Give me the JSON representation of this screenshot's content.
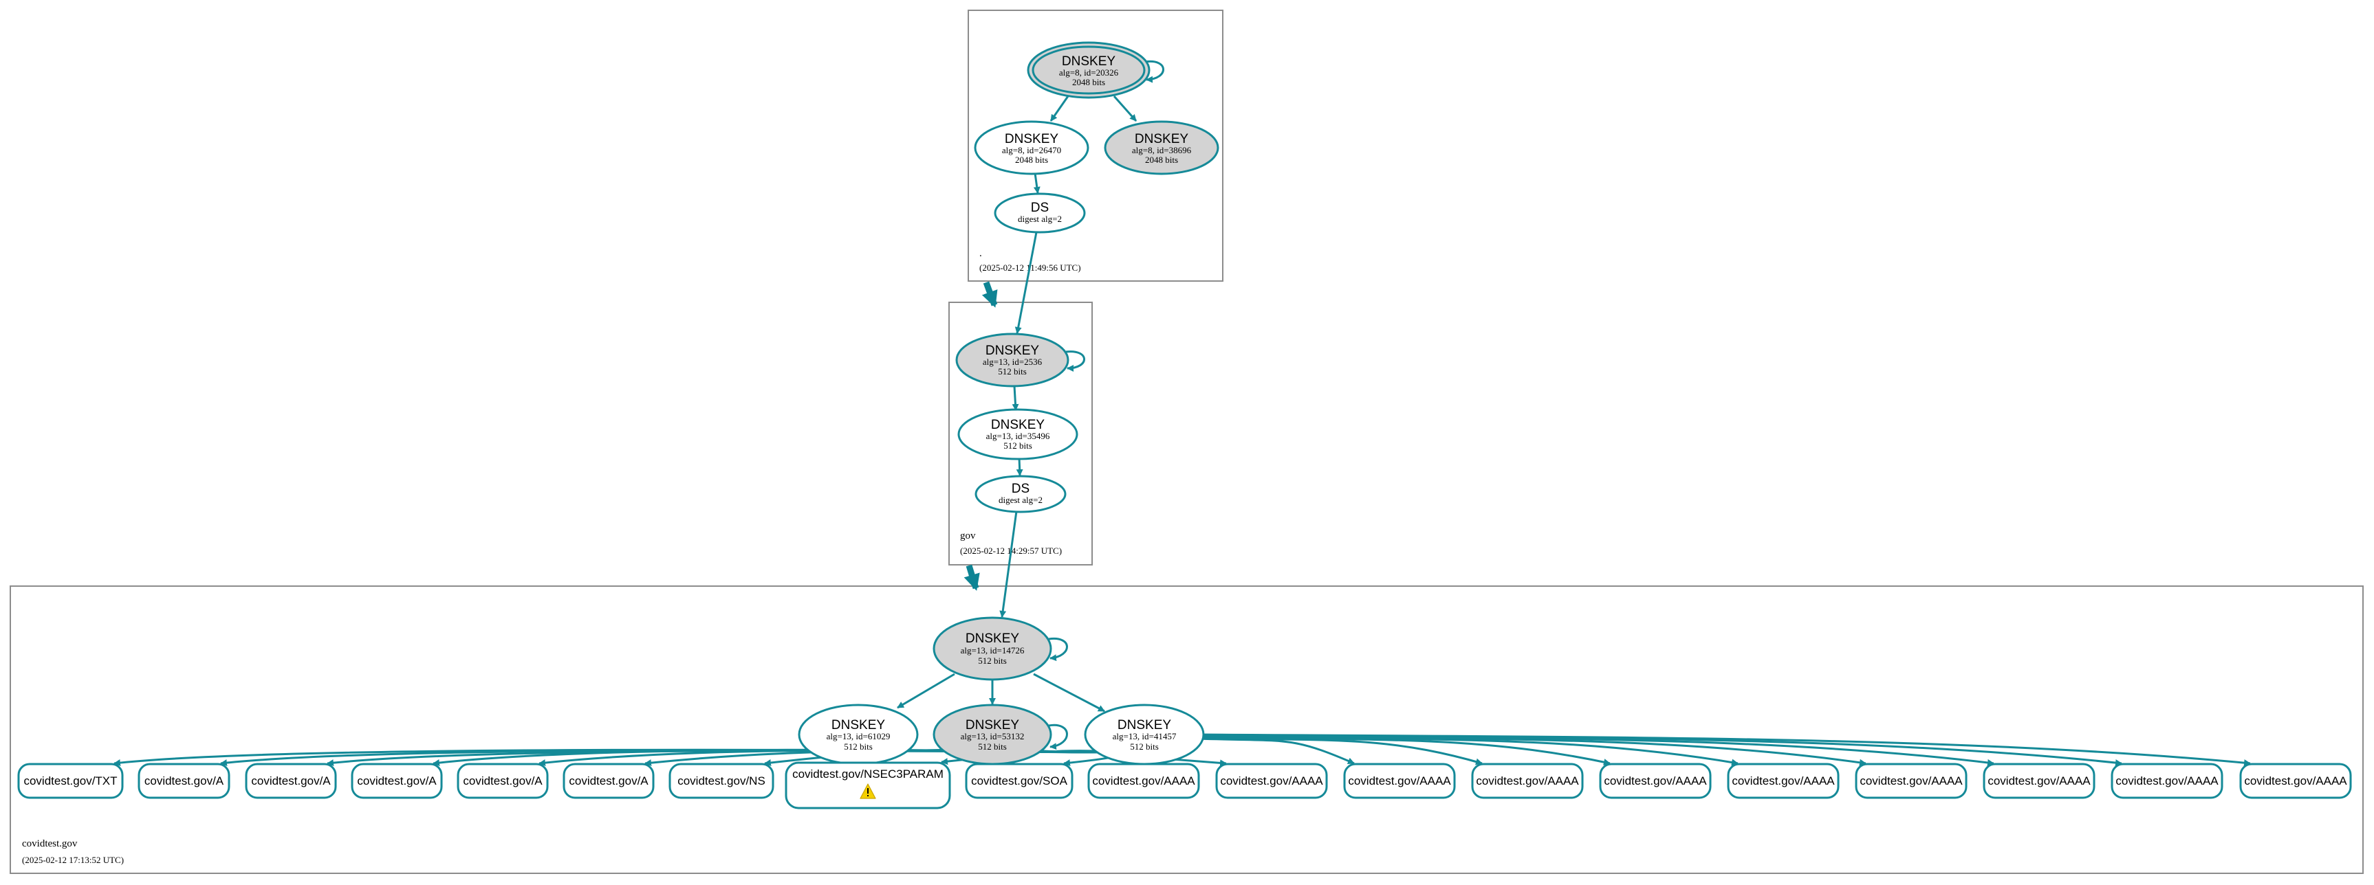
{
  "colors": {
    "edge": "#158a98",
    "node_fill_grey": "#d3d3d3",
    "node_fill_white": "#ffffff",
    "zone_border": "#8c8c8c",
    "warning": "#f5d000"
  },
  "zones": [
    {
      "id": "root",
      "name": ".",
      "timestamp": "(2025-02-12 11:49:56 UTC)",
      "nodes": [
        {
          "id": "root_ksk",
          "type": "DNSKEY",
          "detail": "alg=8, id=20326",
          "bits": "2048 bits",
          "fill": "grey",
          "double_border": true,
          "self_loop": true
        },
        {
          "id": "root_zsk",
          "type": "DNSKEY",
          "detail": "alg=8, id=26470",
          "bits": "2048 bits",
          "fill": "white"
        },
        {
          "id": "root_k3",
          "type": "DNSKEY",
          "detail": "alg=8, id=38696",
          "bits": "2048 bits",
          "fill": "grey"
        },
        {
          "id": "root_ds",
          "type": "DS",
          "detail": "digest alg=2",
          "fill": "white"
        }
      ]
    },
    {
      "id": "gov",
      "name": "gov",
      "timestamp": "(2025-02-12 14:29:57 UTC)",
      "nodes": [
        {
          "id": "gov_ksk",
          "type": "DNSKEY",
          "detail": "alg=13, id=2536",
          "bits": "512 bits",
          "fill": "grey",
          "self_loop": true
        },
        {
          "id": "gov_zsk",
          "type": "DNSKEY",
          "detail": "alg=13, id=35496",
          "bits": "512 bits",
          "fill": "white"
        },
        {
          "id": "gov_ds",
          "type": "DS",
          "detail": "digest alg=2",
          "fill": "white"
        }
      ]
    },
    {
      "id": "covidtest",
      "name": "covidtest.gov",
      "timestamp": "(2025-02-12 17:13:52 UTC)",
      "nodes": [
        {
          "id": "ct_ksk",
          "type": "DNSKEY",
          "detail": "alg=13, id=14726",
          "bits": "512 bits",
          "fill": "grey",
          "self_loop": true
        },
        {
          "id": "ct_k61029",
          "type": "DNSKEY",
          "detail": "alg=13, id=61029",
          "bits": "512 bits",
          "fill": "white"
        },
        {
          "id": "ct_k53132",
          "type": "DNSKEY",
          "detail": "alg=13, id=53132",
          "bits": "512 bits",
          "fill": "grey",
          "self_loop": true
        },
        {
          "id": "ct_zsk",
          "type": "DNSKEY",
          "detail": "alg=13, id=41457",
          "bits": "512 bits",
          "fill": "white"
        }
      ],
      "rrsets": [
        {
          "label": "covidtest.gov/TXT"
        },
        {
          "label": "covidtest.gov/A"
        },
        {
          "label": "covidtest.gov/A"
        },
        {
          "label": "covidtest.gov/A"
        },
        {
          "label": "covidtest.gov/A"
        },
        {
          "label": "covidtest.gov/A"
        },
        {
          "label": "covidtest.gov/NS"
        },
        {
          "label": "covidtest.gov/NSEC3PARAM",
          "warning": true,
          "warning_icon": "warning-triangle-icon"
        },
        {
          "label": "covidtest.gov/SOA"
        },
        {
          "label": "covidtest.gov/AAAA"
        },
        {
          "label": "covidtest.gov/AAAA"
        },
        {
          "label": "covidtest.gov/AAAA"
        },
        {
          "label": "covidtest.gov/AAAA"
        },
        {
          "label": "covidtest.gov/AAAA"
        },
        {
          "label": "covidtest.gov/AAAA"
        },
        {
          "label": "covidtest.gov/AAAA"
        },
        {
          "label": "covidtest.gov/AAAA"
        },
        {
          "label": "covidtest.gov/AAAA"
        },
        {
          "label": "covidtest.gov/AAAA"
        }
      ]
    }
  ],
  "edges": [
    {
      "from": "root_ksk",
      "to": "root_zsk"
    },
    {
      "from": "root_ksk",
      "to": "root_k3"
    },
    {
      "from": "root_zsk",
      "to": "root_ds"
    },
    {
      "from": "root_ds",
      "to": "gov_ksk"
    },
    {
      "from": "gov_ksk",
      "to": "gov_zsk"
    },
    {
      "from": "gov_zsk",
      "to": "gov_ds"
    },
    {
      "from": "gov_ds",
      "to": "ct_ksk"
    },
    {
      "from": "ct_ksk",
      "to": "ct_k61029"
    },
    {
      "from": "ct_ksk",
      "to": "ct_k53132"
    },
    {
      "from": "ct_ksk",
      "to": "ct_zsk"
    },
    {
      "from": "ct_zsk",
      "to": "all_rrsets"
    },
    {
      "from": "zone_root",
      "to": "zone_gov",
      "kind": "delegation"
    },
    {
      "from": "zone_gov",
      "to": "zone_covidtest",
      "kind": "delegation"
    }
  ]
}
